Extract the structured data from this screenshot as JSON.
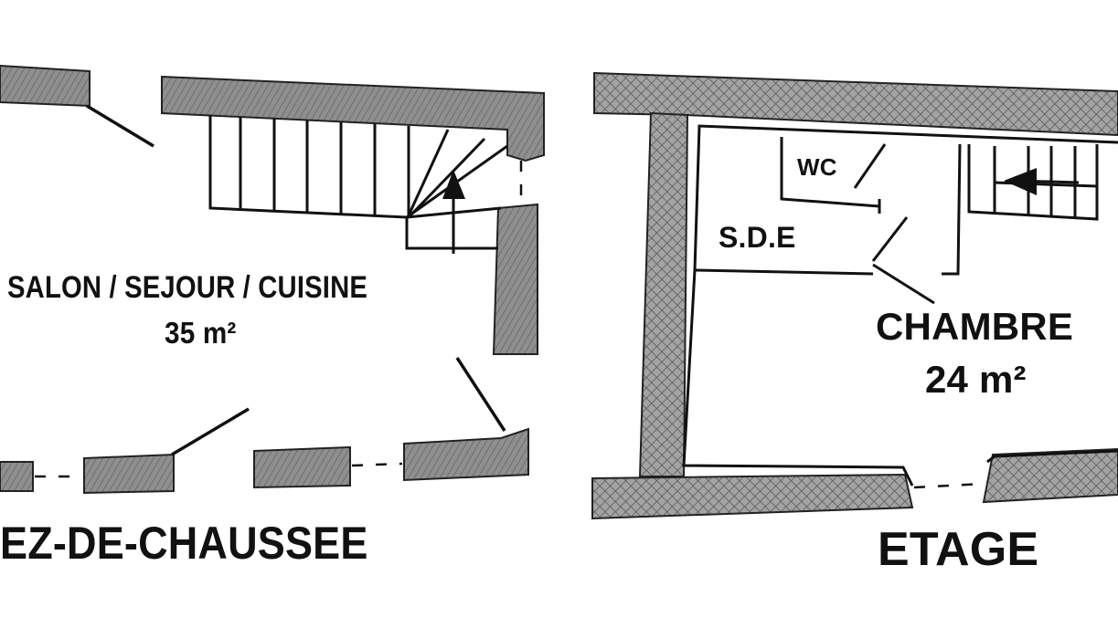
{
  "ground_floor": {
    "room_name": "SALON / SEJOUR / CUISINE",
    "room_area": "35 m²",
    "floor_label": "EZ-DE-CHAUSSEE"
  },
  "upper_floor": {
    "wc_label": "WC",
    "sde_label": "S.D.E",
    "room_name": "CHAMBRE",
    "room_area": "24 m²",
    "floor_label": "ETAGE"
  },
  "colors": {
    "wall_fill": "#8a8a8a",
    "wall_hatch": "#b5b5b5",
    "line": "#111111",
    "background": "#ffffff"
  }
}
